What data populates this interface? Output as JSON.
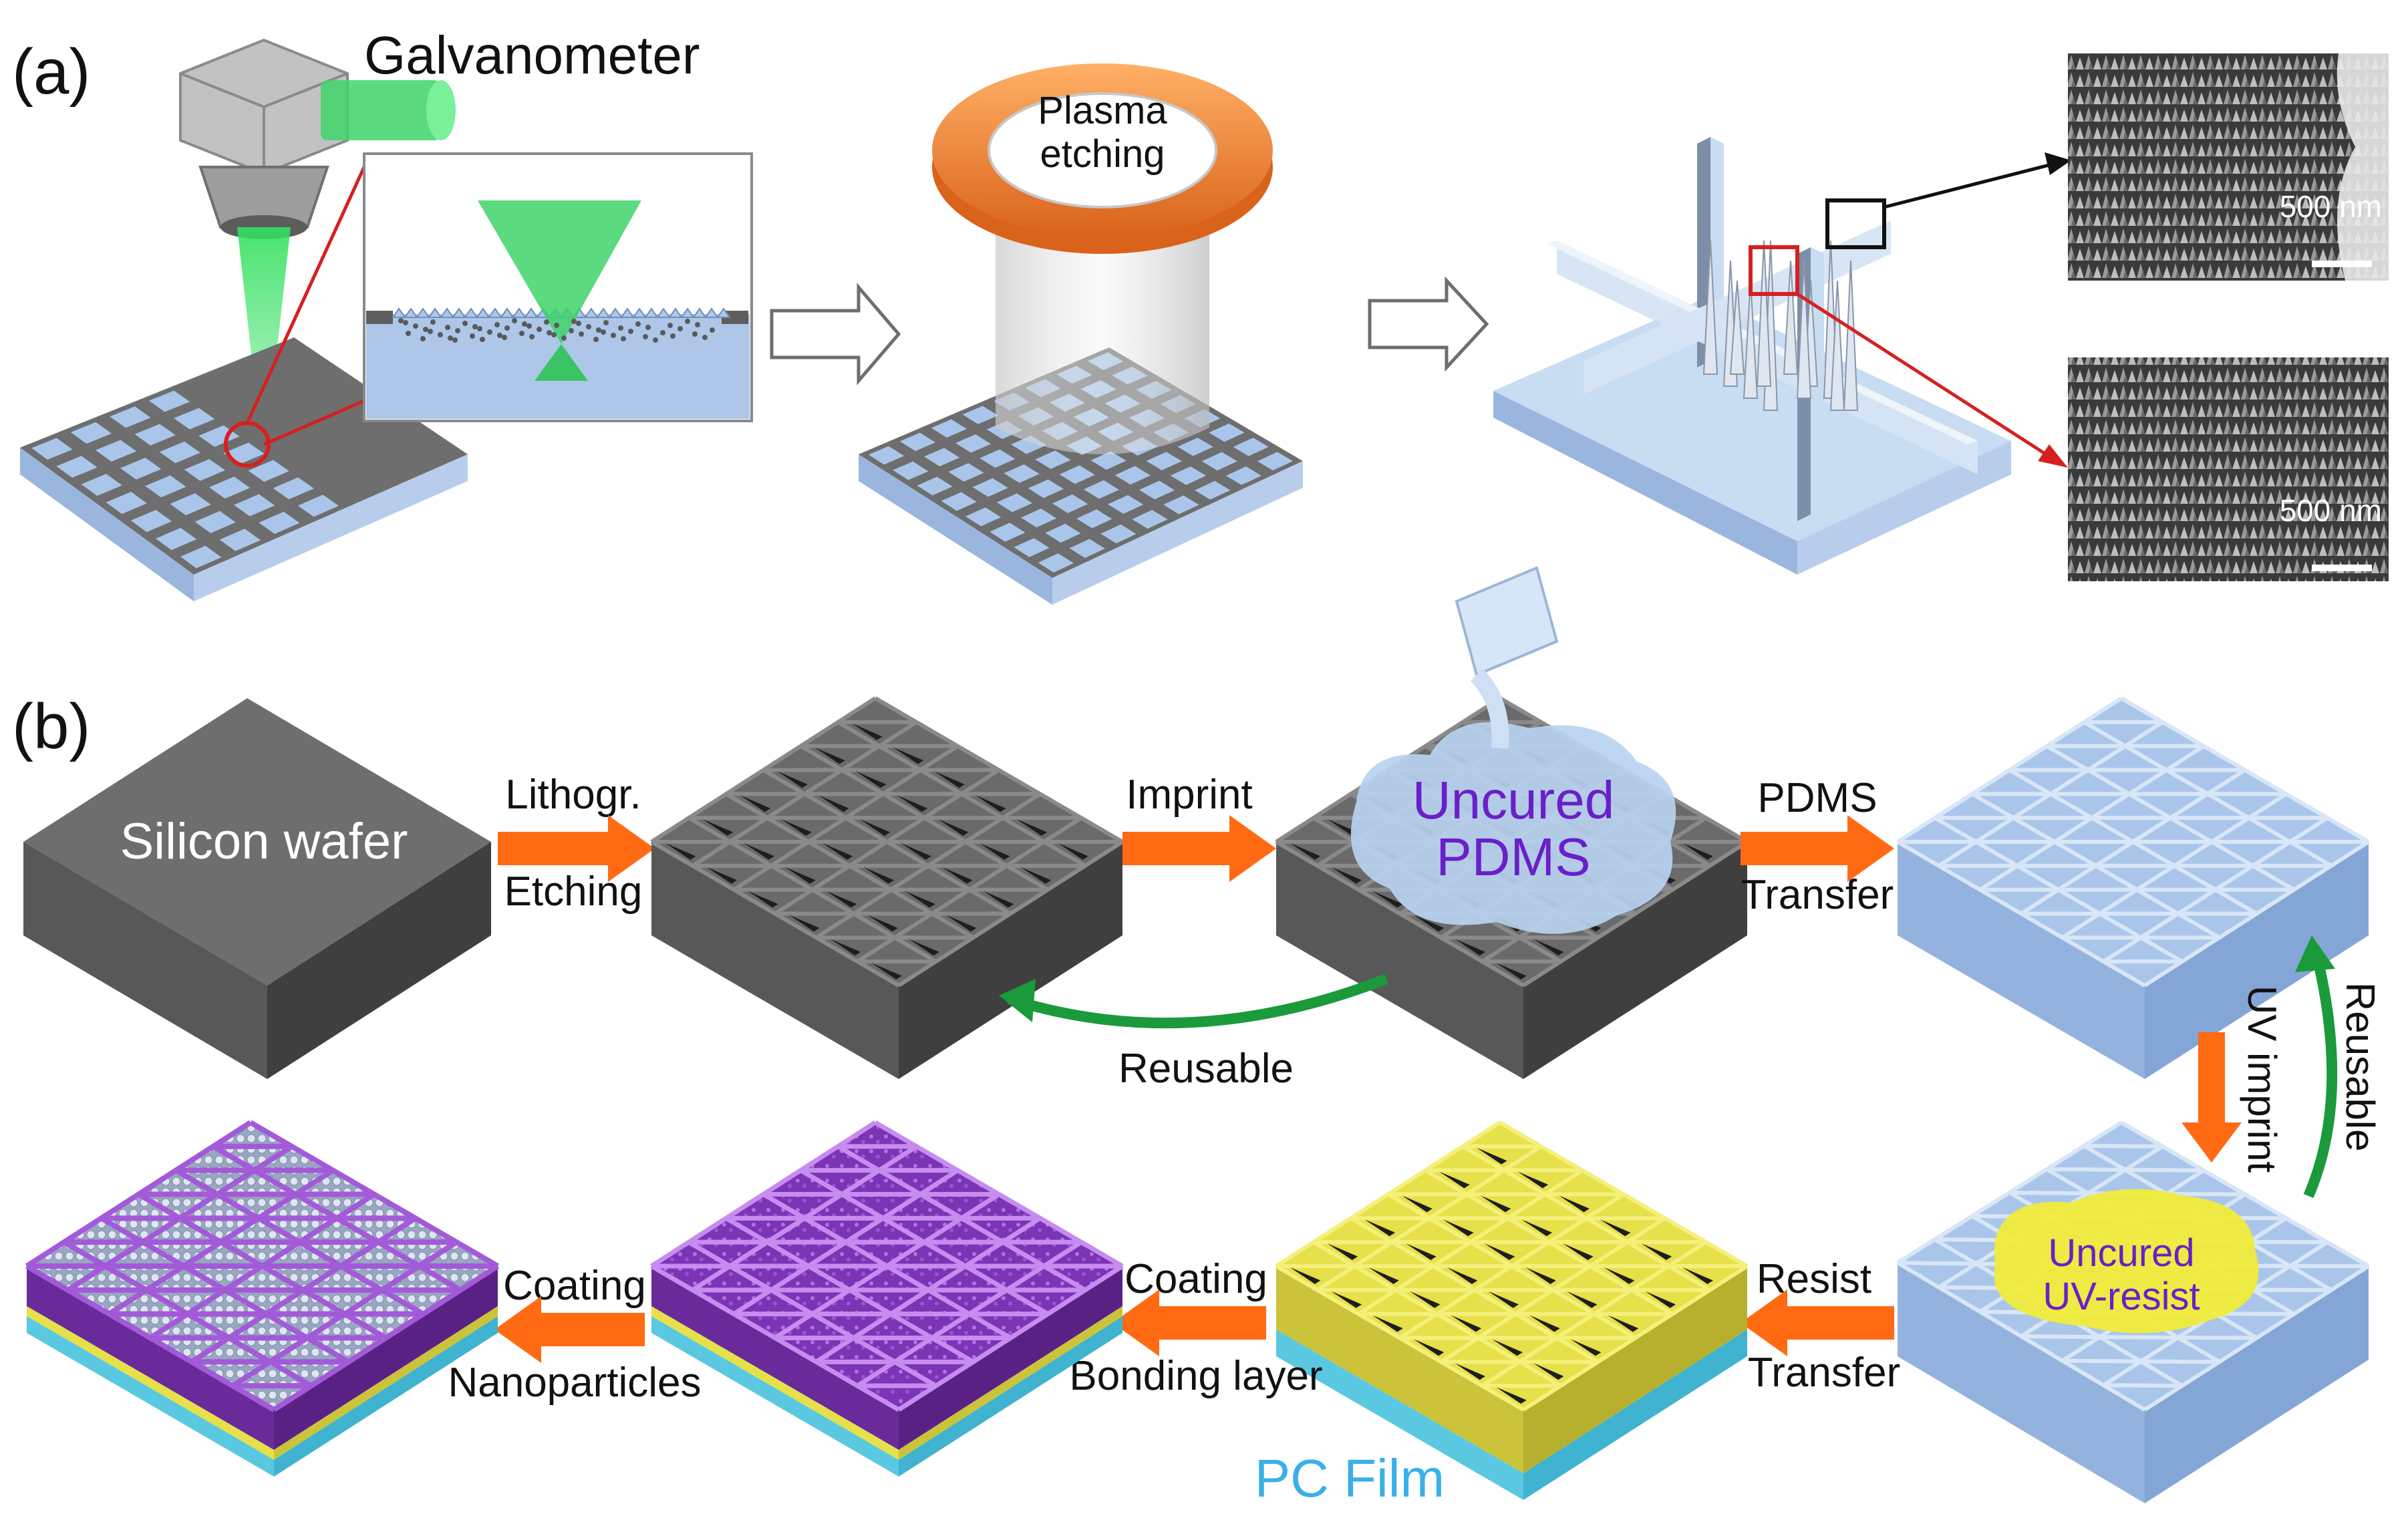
{
  "panel_a": {
    "label": "(a)",
    "galvanometer_label": "Galvanometer",
    "plasma_label_line1": "Plasma",
    "plasma_label_line2": "etching",
    "sem_top_scale": "500 nm",
    "sem_bottom_scale": "500 nm"
  },
  "panel_b": {
    "label": "(b)",
    "wafer_label": "Silicon wafer",
    "step1_line1": "Lithogr.",
    "step1_line2": "Etching",
    "step2_label": "Imprint",
    "pdms_line1": "Uncured",
    "pdms_line2": "PDMS",
    "step3_line1": "PDMS",
    "step3_line2": "Transfer",
    "reusable_bottom": "Reusable",
    "uv_imprint": "UV imprint",
    "reusable_right": "Reusable",
    "uvresist_line1": "Uncured",
    "uvresist_line2": "UV-resist",
    "step4_line1": "Resist",
    "step4_line2": "Transfer",
    "step5_line1": "Coating",
    "step5_line2": "Bonding layer",
    "step6_line1": "Coating",
    "step6_line2": "Nanoparticles",
    "pc_film": "PC Film"
  },
  "colors": {
    "orange_arrow": "#ff6a13",
    "green_arrow": "#1a9a3a",
    "purple_text": "#6a1fc9",
    "blue_text": "#3ab0e8",
    "silicon_gray": "#6e6e6e",
    "pdms_blue": "#a9c6ea",
    "resist_yellow": "#e6e04a",
    "coating_purple": "#8c3fc2",
    "substrate_cyan": "#5ac8e0"
  }
}
